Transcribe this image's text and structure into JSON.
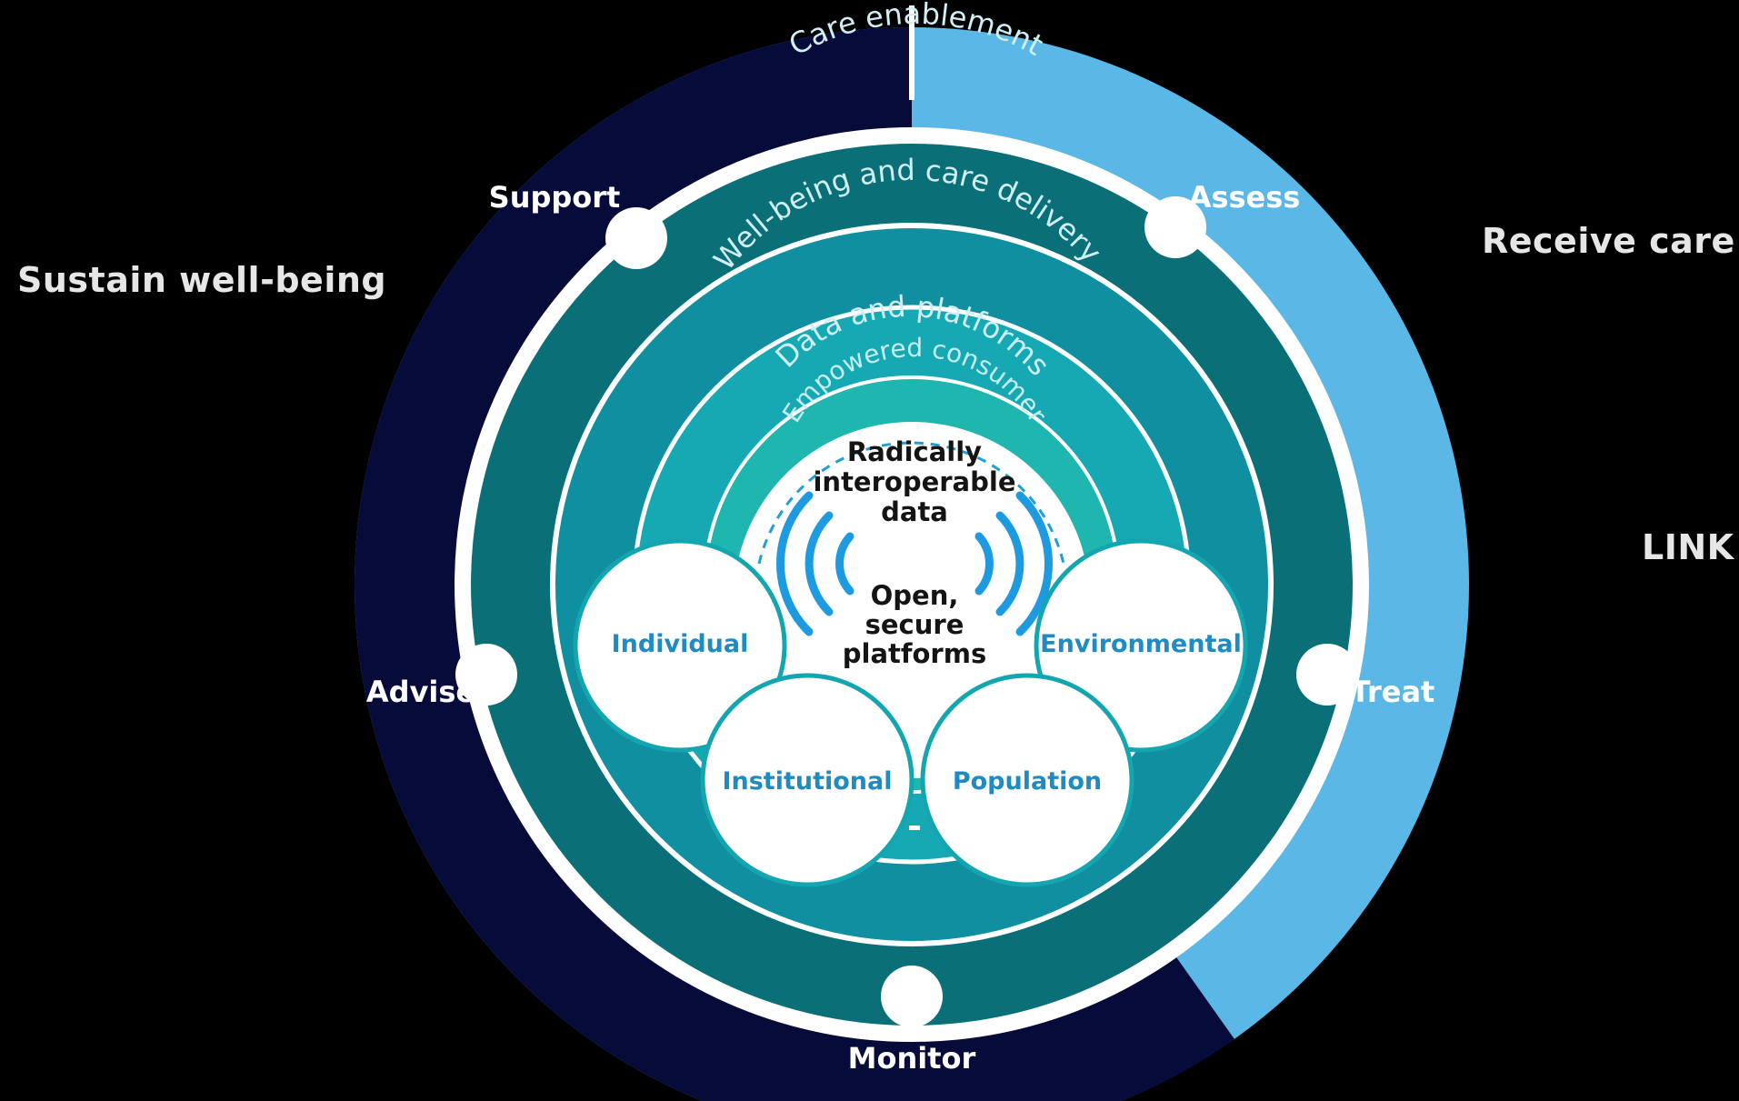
{
  "side_labels": {
    "left": "Sustain well-being",
    "right": "Receive care",
    "link": "LINK"
  },
  "stages": {
    "support": "Support",
    "assess": "Assess",
    "advise": "Advise",
    "treat": "Treat",
    "monitor": "Monitor"
  },
  "rings": {
    "outer": "Care enablement",
    "second": "Well-being and care delivery",
    "third": "Data and platforms",
    "inner": "Empowered consumer"
  },
  "core": {
    "line1": "Radically",
    "line2": "interoperable",
    "line3": "data",
    "platform_line1": "Open,",
    "platform_line2": "secure",
    "platform_line3": "platforms"
  },
  "bubbles": {
    "individual": "Individual",
    "environmental": "Environmental",
    "institutional": "Institutional",
    "population": "Population"
  },
  "colors": {
    "background": "#000000",
    "dark_navy": "#060b3a",
    "light_blue": "#5bb8e6",
    "ring_outer": "#0b6f78",
    "ring_second": "#0f8fa0",
    "ring_third": "#16a9b4",
    "ring_inner": "#1fb6b0",
    "white": "#ffffff",
    "bubble_text": "#1e8bc3"
  },
  "icons": [
    "signal-waves-left-icon",
    "signal-waves-right-icon"
  ]
}
